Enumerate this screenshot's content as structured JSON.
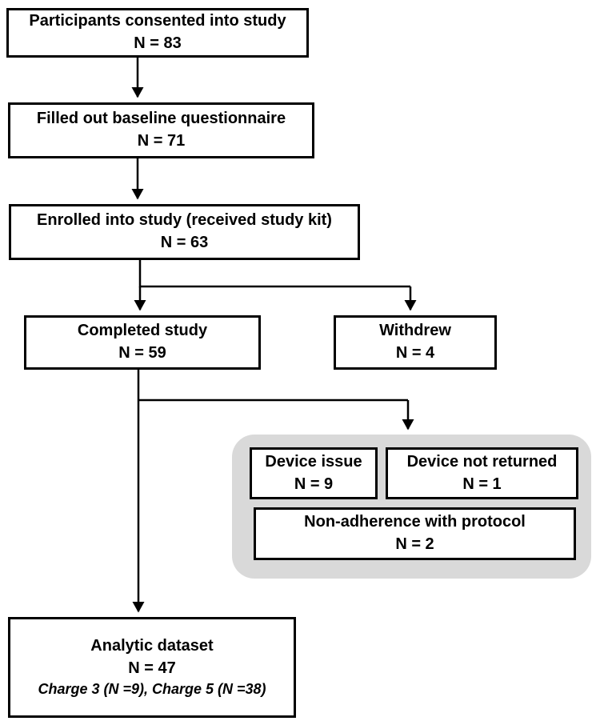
{
  "figure": {
    "type": "participant-flow-diagram",
    "boxes": {
      "consented": {
        "label": "Participants consented into study",
        "n": "N = 83"
      },
      "baseline": {
        "label": "Filled out baseline questionnaire",
        "n": "N = 71"
      },
      "enrolled": {
        "label": "Enrolled into study (received study kit)",
        "n": "N = 63"
      },
      "completed": {
        "label": "Completed study",
        "n": "N = 59"
      },
      "withdrew": {
        "label": "Withdrew",
        "n": "N = 4"
      },
      "device_issue": {
        "label": "Device issue",
        "n": "N = 9"
      },
      "device_not_returned": {
        "label": "Device not returned",
        "n": "N = 1"
      },
      "non_adherence": {
        "label": "Non-adherence with protocol",
        "n": "N = 2"
      },
      "analytic": {
        "label": "Analytic dataset",
        "n": "N = 47",
        "note": "Charge 3  (N =9), Charge 5 (N =38)"
      }
    },
    "colors": {
      "line": "#000000",
      "box_border": "#000000",
      "box_fill": "#ffffff",
      "exclusion_panel_bg": "#d9d9d9",
      "text": "#000000"
    }
  }
}
